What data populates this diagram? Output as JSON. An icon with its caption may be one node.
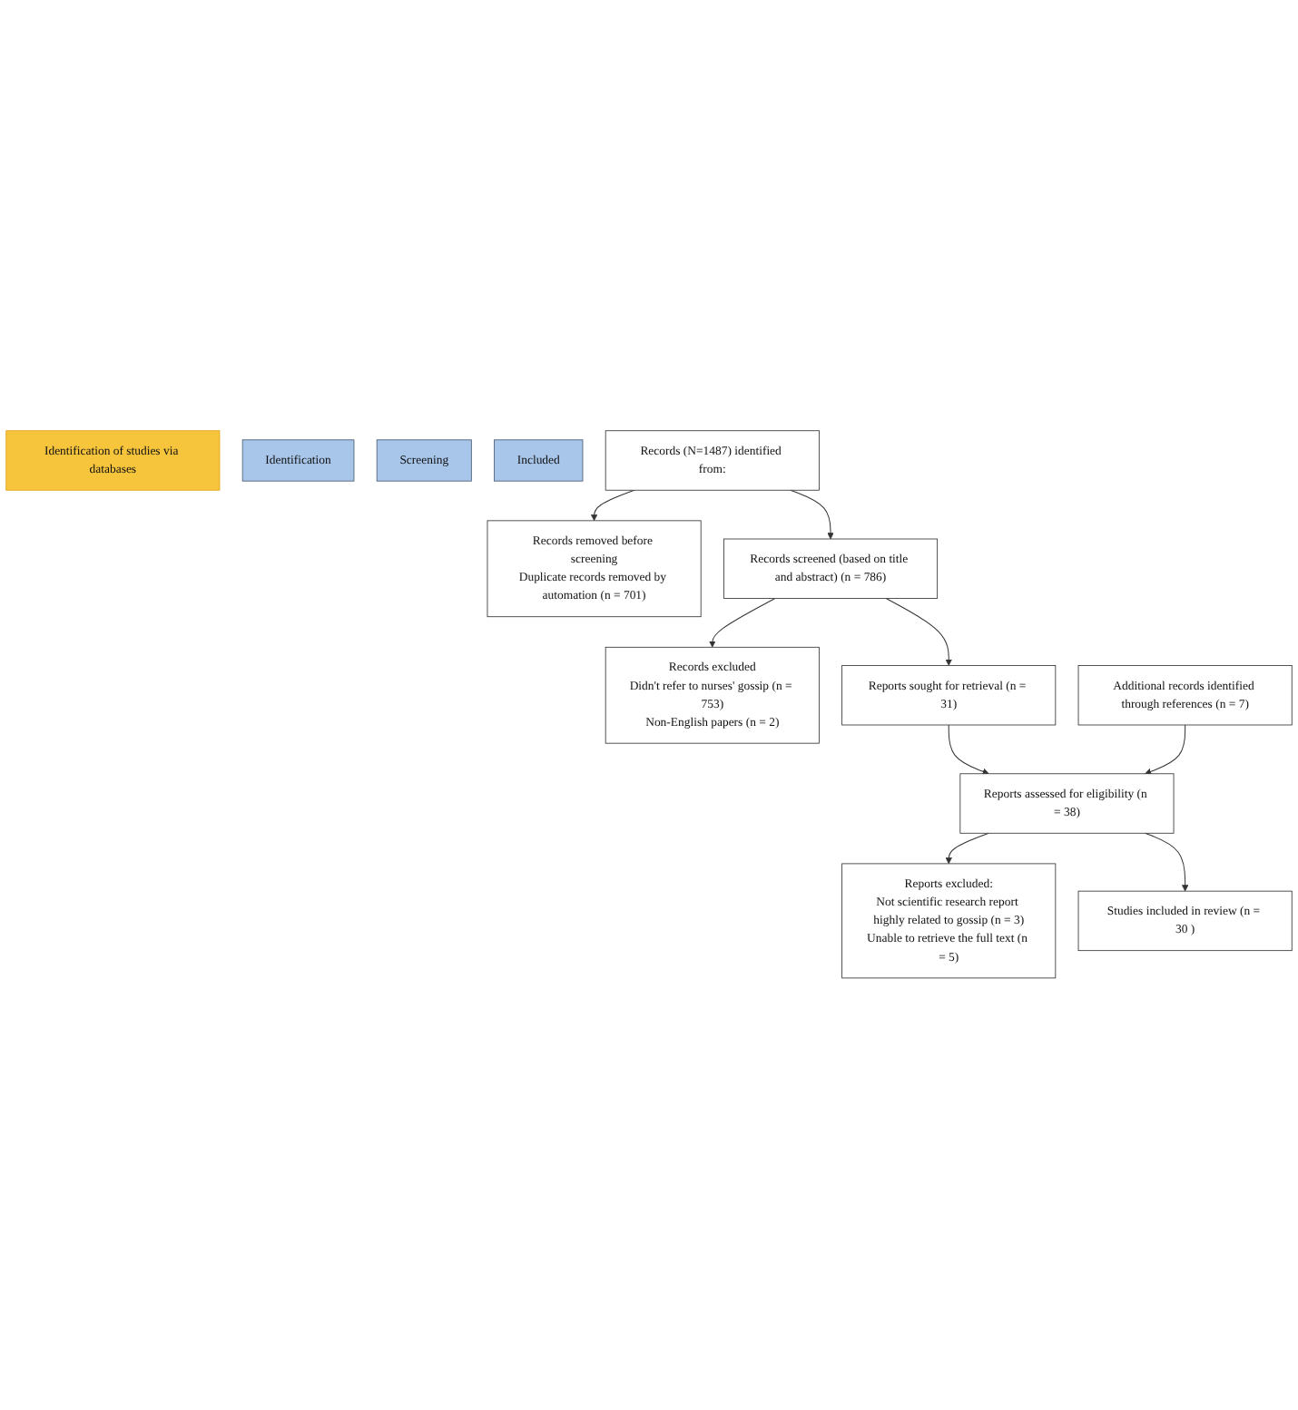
{
  "diagram": {
    "nodes": [
      {
        "text": [
          "Identification of studies via databases"
        ]
      },
      {
        "text": [
          "Identification"
        ]
      },
      {
        "text": [
          "Screening"
        ]
      },
      {
        "text": [
          "Included"
        ]
      },
      {
        "text": [
          "Records (N=1487) identified from:"
        ]
      },
      {
        "text": [
          "Records removed before screening",
          "Duplicate records removed by automation (n = 701)"
        ]
      },
      {
        "text": [
          "Records screened (based on title and abstract) (n = 786)"
        ]
      },
      {
        "text": [
          "Records excluded",
          "Didn't refer to nurses' gossip (n = 753)",
          "Non-English papers (n = 2)"
        ]
      },
      {
        "text": [
          "Reports sought for retrieval (n = 31)"
        ]
      },
      {
        "text": [
          "Additional records identified through references (n = 7)"
        ]
      },
      {
        "text": [
          "Reports assessed for eligibility (n = 38)"
        ]
      },
      {
        "text": [
          "Reports excluded:",
          "Not scientific research report highly related to gossip (n = 3)",
          "Unable to retrieve the full text (n = 5)"
        ]
      },
      {
        "text": [
          "Studies included in review (n = 30 )"
        ]
      }
    ],
    "edges": [
      {
        "from": 4,
        "to": 5,
        "arrow": "to"
      },
      {
        "from": 4,
        "to": 6,
        "arrow": "to"
      },
      {
        "from": 6,
        "to": 7,
        "arrow": "to"
      },
      {
        "from": 6,
        "to": 8,
        "arrow": "to"
      },
      {
        "from": 8,
        "to": 10,
        "arrow": "to"
      },
      {
        "from": 9,
        "to": 10,
        "arrow": "to"
      },
      {
        "from": 10,
        "to": 11,
        "arrow": "to"
      },
      {
        "from": 10,
        "to": 12,
        "arrow": "to"
      }
    ]
  }
}
